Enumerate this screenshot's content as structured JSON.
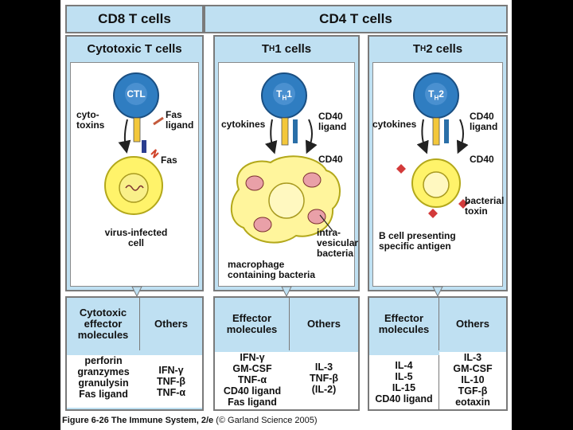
{
  "headers": {
    "cd8": "CD8 T cells",
    "cd4": "CD4 T cells",
    "ctl_panel": "Cytotoxic T cells",
    "th1_panel_prefix": "T",
    "th1_panel_sub": "H",
    "th1_panel_suffix": "1 cells",
    "th2_panel_prefix": "T",
    "th2_panel_sub": "H",
    "th2_panel_suffix": "2 cells"
  },
  "ctl": {
    "cell_label": "CTL",
    "cytotoxins_1": "cyto-",
    "cytotoxins_2": "toxins",
    "fas_ligand_1": "Fas",
    "fas_ligand_2": "ligand",
    "fas": "Fas",
    "target_1": "virus-infected",
    "target_2": "cell"
  },
  "th1": {
    "cell_label_prefix": "T",
    "cell_label_sub": "H",
    "cell_label_suffix": "1",
    "cytokines": "cytokines",
    "cd40_ligand_1": "CD40",
    "cd40_ligand_2": "ligand",
    "cd40": "CD40",
    "intra_1": "intra-",
    "intra_2": "vesicular",
    "intra_3": "bacteria",
    "target_1": "macrophage",
    "target_2": "containing bacteria"
  },
  "th2": {
    "cell_label_prefix": "T",
    "cell_label_sub": "H",
    "cell_label_suffix": "2",
    "cytokines": "cytokines",
    "cd40_ligand_1": "CD40",
    "cd40_ligand_2": "ligand",
    "cd40": "CD40",
    "toxin_1": "bacterial",
    "toxin_2": "toxin",
    "target_1": "B cell presenting",
    "target_2": "specific antigen"
  },
  "tables": {
    "ctl_effector": [
      "Cytotoxic",
      "effector",
      "molecules"
    ],
    "ctl_others": "Others",
    "th1_effector": [
      "Effector",
      "molecules"
    ],
    "th1_others": "Others",
    "th2_effector": [
      "Effector",
      "molecules"
    ],
    "th2_others": "Others",
    "ctl_effector_list": [
      "perforin",
      "granzymes",
      "granulysin",
      "Fas ligand"
    ],
    "ctl_others_list": [
      "IFN-γ",
      "TNF-β",
      "TNF-α"
    ],
    "th1_effector_list": [
      "IFN-γ",
      "GM-CSF",
      "TNF-α",
      "CD40 ligand",
      "Fas ligand"
    ],
    "th1_others_list": [
      "IL-3",
      "TNF-β",
      "(IL-2)"
    ],
    "th2_effector_list": [
      "IL-4",
      "IL-5",
      "IL-15",
      "CD40 ligand"
    ],
    "th2_others_list": [
      "IL-3",
      "GM-CSF",
      "IL-10",
      "TGF-β",
      "eotaxin"
    ]
  },
  "caption": {
    "figure": "Figure 6-26",
    "title": "The Immune System, 2/e",
    "credit": "(© Garland Science 2005)"
  },
  "colors": {
    "panel_fill": "#bfe0f2",
    "t_cell": "#2f7dc1",
    "target_cell": "#fff36a",
    "macrophage": "#fff59c",
    "bacteria": "#e9a0a8"
  }
}
